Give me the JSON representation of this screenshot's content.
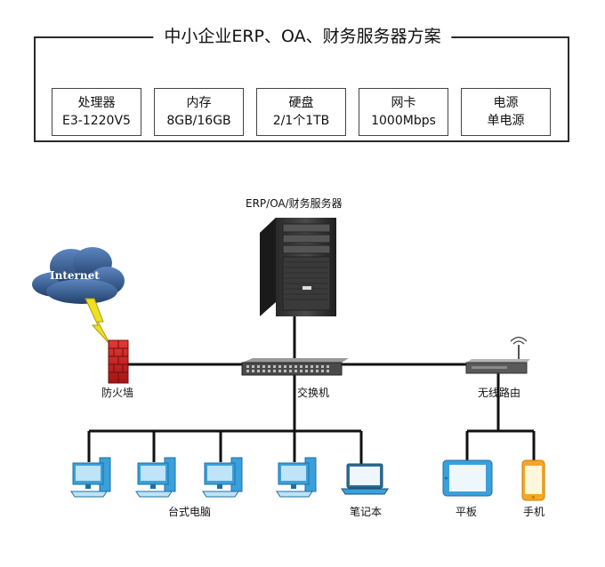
{
  "title": "中小企业ERP、OA、财务服务器方案",
  "specs": [
    {
      "name": "处理器",
      "value": "E3-1220V5"
    },
    {
      "name": "内存",
      "value": "8GB/16GB"
    },
    {
      "name": "硬盘",
      "value": "2/1个1TB"
    },
    {
      "name": "网卡",
      "value": "1000Mbps"
    },
    {
      "name": "电源",
      "value": "单电源"
    }
  ],
  "nodes": {
    "server": "ERP/OA/财务服务器",
    "internet": "Internet",
    "firewall": "防火墙",
    "switch": "交换机",
    "router": "无线路由",
    "desktops": "台式电脑",
    "laptop": "笔记本",
    "tablet": "平板",
    "phone": "手机"
  },
  "colors": {
    "line": "#111111",
    "device_blue": "#3aa0dc",
    "cloud": "#3a5f94",
    "firewall": "#c62828",
    "lightning": "#f0e020"
  }
}
